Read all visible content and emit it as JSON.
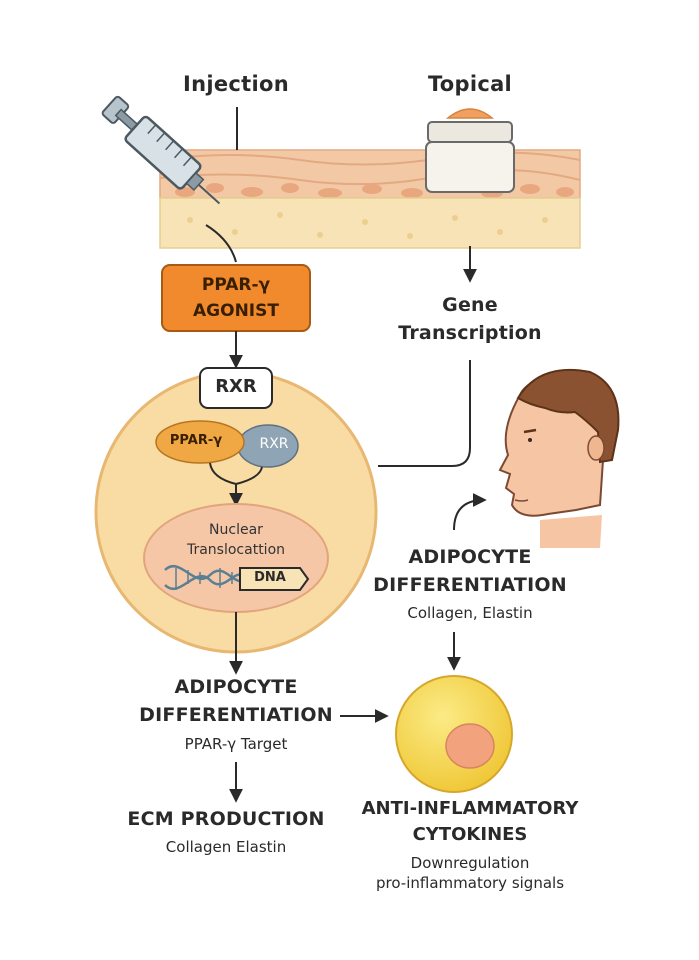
{
  "labels": {
    "injection": "Injection",
    "topical": "Topical",
    "agonist_line1": "PPAR-γ",
    "agonist_line2": "AGONIST",
    "gene_line1": "Gene",
    "gene_line2": "Transcription",
    "rxr_box": "RXR",
    "ppar_pill": "PPAR-γ",
    "rxr_pill": "RXR",
    "nuclear_line1": "Nuclear",
    "nuclear_line2": "Translocattion",
    "dna": "DNA",
    "adipo_left_line1": "ADIPOCYTE",
    "adipo_left_line2": "DIFFERENTIATION",
    "adipo_left_sub": "PPAR-γ Target",
    "ecm_title": "ECM PRODUCTION",
    "ecm_sub": "Collagen   Elastin",
    "adipo_right_line1": "ADIPOCYTE",
    "adipo_right_line2": "DIFFERENTIATION",
    "adipo_right_sub": "Collagen,  Elastin",
    "anti_line1": "ANTI-INFLAMMATORY",
    "anti_line2": "CYTOKINES",
    "anti_sub1": "Downregulation",
    "anti_sub2": "pro-inflammatory signals"
  },
  "colors": {
    "skin_top": "#f2c9a4",
    "skin_cells": "#e9a77f",
    "skin_base": "#f7e3b5",
    "agonist_box": "#f08a2c",
    "cell_fill": "#f8dca4",
    "cell_stroke": "#e8b873",
    "ppar_pill": "#f0a845",
    "rxr_pill": "#8fa4b4",
    "nucleus": "#f5c7a6",
    "adipocyte": "#f7dd55",
    "adipocyte_core": "#f2a27c",
    "arrow": "#2a2a2a"
  },
  "icons": [
    "syringe-icon",
    "cream-jar-icon",
    "human-face-icon",
    "dna-helix-icon"
  ]
}
